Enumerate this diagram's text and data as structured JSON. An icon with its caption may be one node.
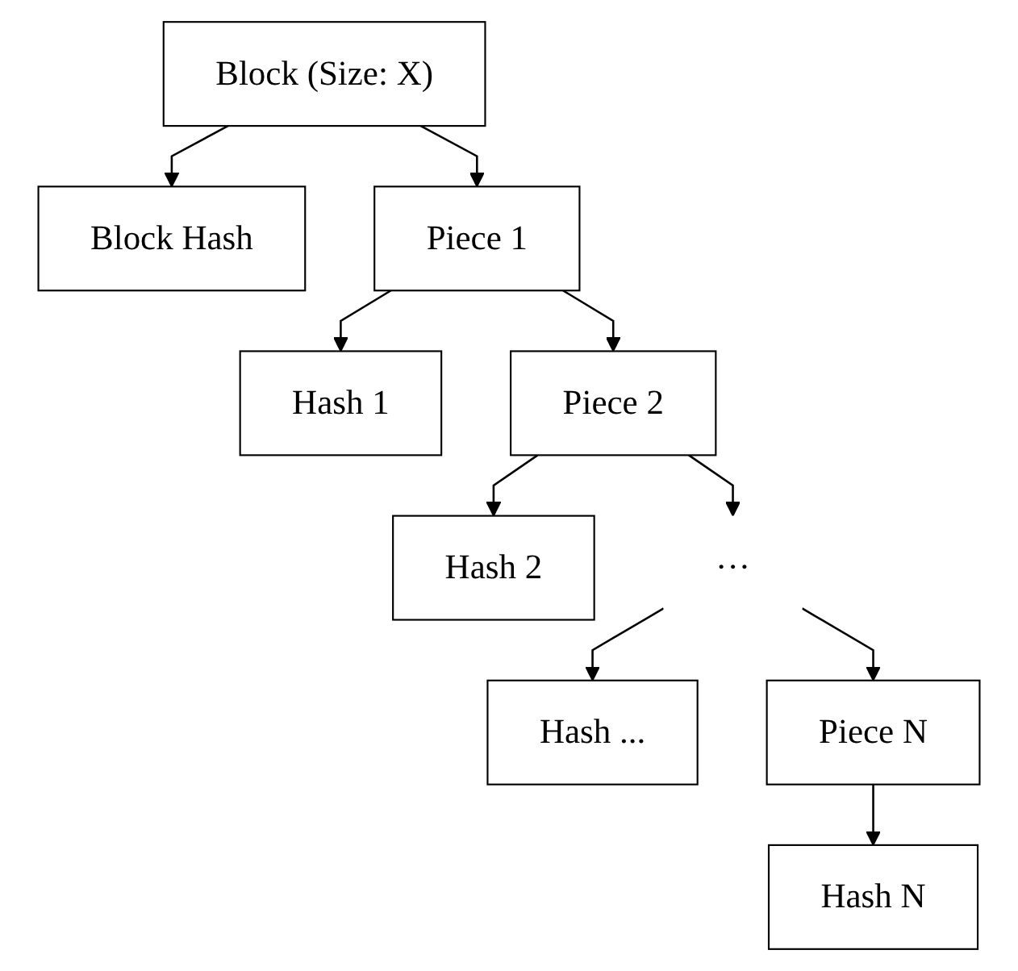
{
  "diagram": {
    "nodes": [
      {
        "text": [
          "Block (Size: X)"
        ]
      },
      {
        "text": [
          "Block Hash"
        ]
      },
      {
        "text": [
          "Piece 1"
        ]
      },
      {
        "text": [
          "Hash 1"
        ]
      },
      {
        "text": [
          "Piece 2"
        ]
      },
      {
        "text": [
          "Hash 2"
        ]
      },
      {
        "text": [
          "···"
        ]
      },
      {
        "text": [
          "Hash ..."
        ]
      },
      {
        "text": [
          "Piece N"
        ]
      },
      {
        "text": [
          "Hash N"
        ]
      }
    ],
    "edges": [
      {
        "from": 0,
        "to": 1,
        "arrow": "to"
      },
      {
        "from": 0,
        "to": 2,
        "arrow": "to"
      },
      {
        "from": 2,
        "to": 3,
        "arrow": "to"
      },
      {
        "from": 2,
        "to": 4,
        "arrow": "to"
      },
      {
        "from": 4,
        "to": 5,
        "arrow": "to"
      },
      {
        "from": 4,
        "to": 6,
        "arrow": "to"
      },
      {
        "from": 6,
        "to": 7,
        "arrow": "to"
      },
      {
        "from": 6,
        "to": 8,
        "arrow": "to"
      },
      {
        "from": 8,
        "to": 9,
        "arrow": "to"
      }
    ]
  }
}
